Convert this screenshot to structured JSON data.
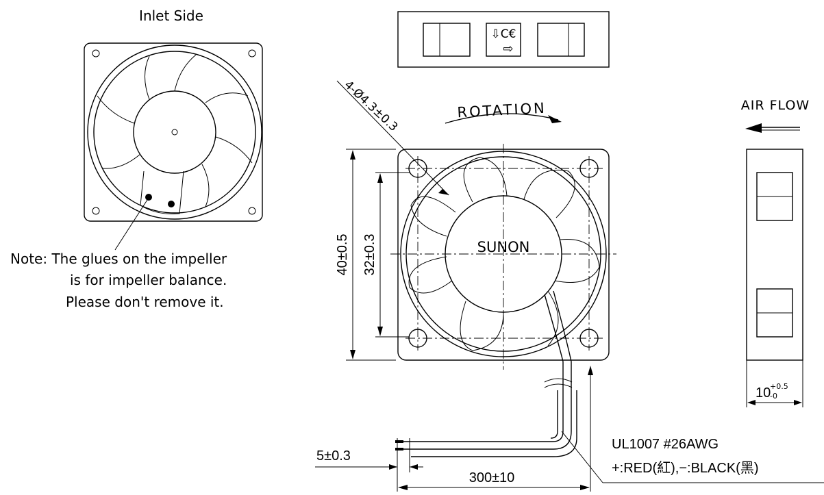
{
  "inlet_side": {
    "title": "Inlet Side",
    "note_lines": [
      "Note: The glues on the impeller",
      "is for impeller balance.",
      "Please don't remove it."
    ]
  },
  "label_box": {
    "center_glyph_lines": [
      "⇩C€",
      "⇨"
    ]
  },
  "front_view": {
    "rotation_label": "ROTATION",
    "brand": "SUNON",
    "hole_dimension": "4-Ø4.3±0.3",
    "outer_dimension": "40±0.5",
    "hole_spacing": "32±0.3"
  },
  "side_view": {
    "airflow_label": "AIR FLOW",
    "thickness_base": "10",
    "thickness_tol_plus": "+0.5",
    "thickness_tol_minus": "-0"
  },
  "wire": {
    "strip_length": "5±0.3",
    "lead_length": "300±10",
    "spec": "UL1007  #26AWG",
    "polarity": "+:RED(紅),−:BLACK(黑)"
  }
}
